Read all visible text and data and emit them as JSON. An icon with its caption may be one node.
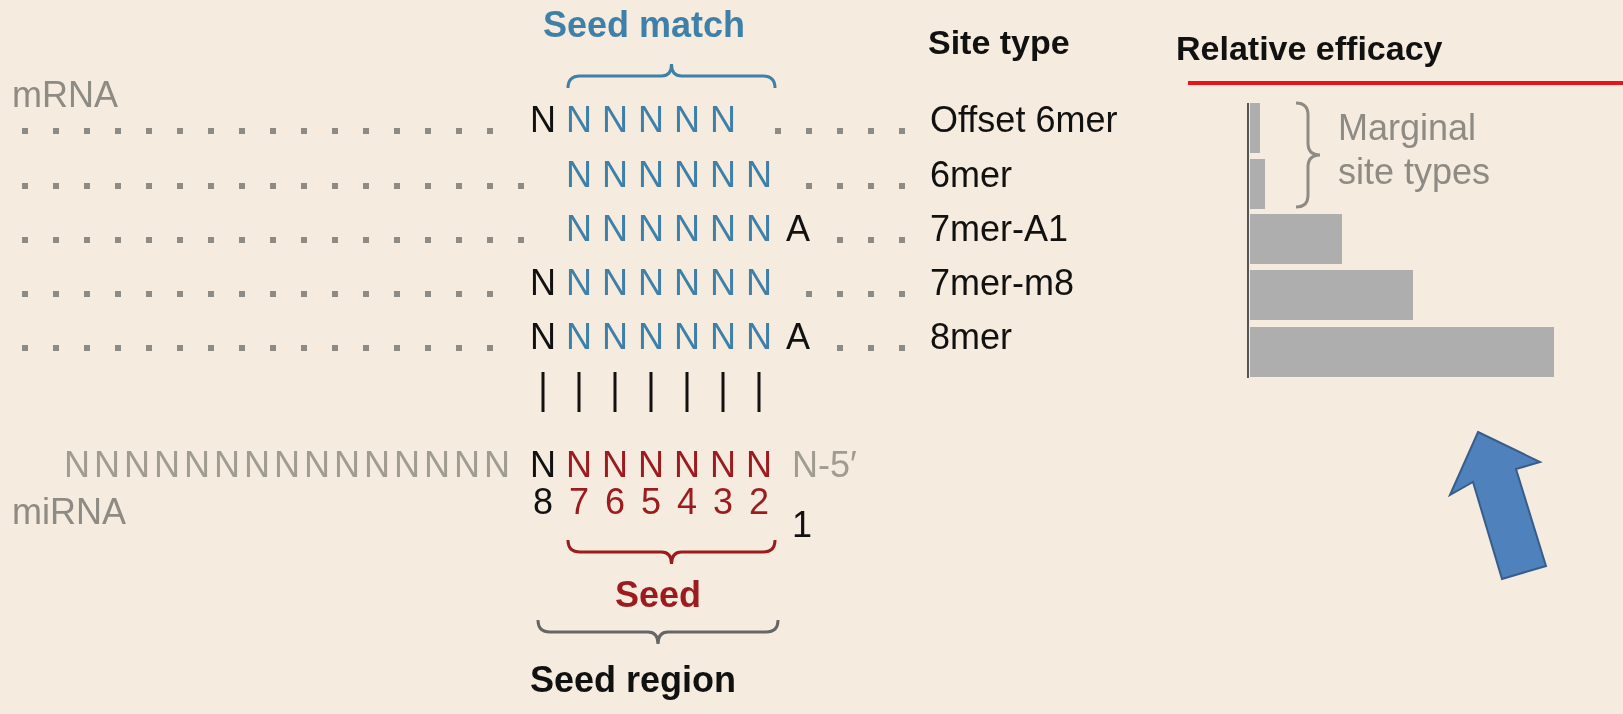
{
  "diagram": {
    "labels": [
      "Seed match",
      "Site type",
      "Relative efficacy",
      "mRNA",
      "N",
      "NNNNN",
      "Offset 6mer",
      "Marginal site types",
      "NNNNNN",
      "6mer",
      "NNNNNN",
      "A",
      "7mer-A1",
      "N",
      "NNNNNN",
      "7mer-m8",
      "N",
      "NNNNNN",
      "A",
      "8mer",
      "NNNNNNNNNNNNNNN",
      "N",
      "NNNNNN",
      "N-5′",
      "miRNA",
      "8",
      "765432",
      "1",
      "Seed",
      "Seed region"
    ]
  }
}
